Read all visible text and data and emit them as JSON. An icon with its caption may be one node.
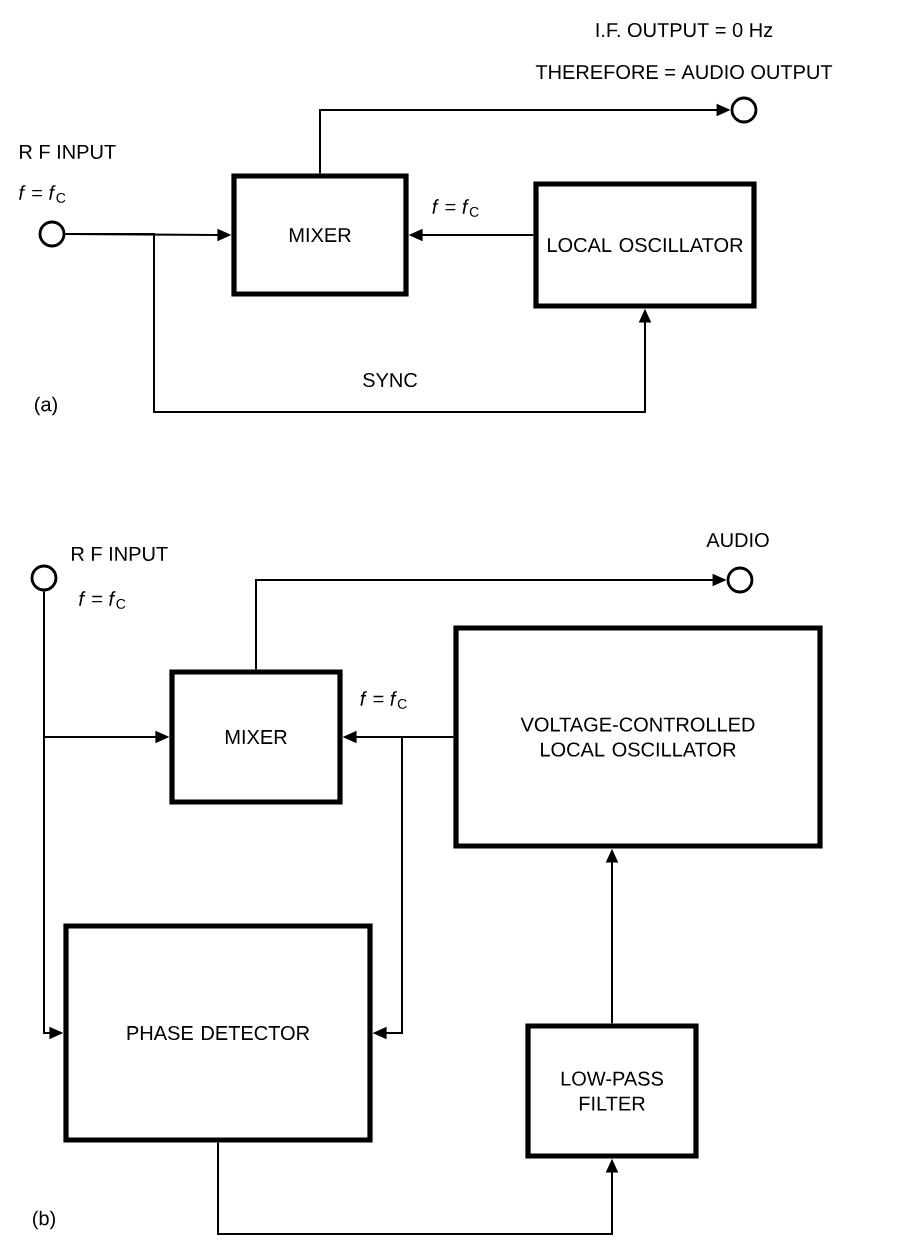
{
  "diagram": {
    "nodes": [
      {
        "text": [],
        "shape": "circle",
        "beside": [
          "R F INPUT",
          "*f* = *f*$_{C}$"
        ]
      },
      {
        "text": [
          "MIXER"
        ]
      },
      {
        "text": [
          "LOCAL OSCILLATOR"
        ]
      },
      {
        "text": [],
        "shape": "circle",
        "beside": [
          "I.F. OUTPUT = 0 Hz",
          "THEREFORE = AUDIO OUTPUT"
        ]
      },
      {
        "text": [],
        "shape": "circle",
        "beside": [
          "R F INPUT",
          "*f* = *f*$_{C}$"
        ]
      },
      {
        "text": [
          "MIXER"
        ]
      },
      {
        "text": [
          "VOLTAGE-CONTROLLED LOCAL OSCILLATOR"
        ]
      },
      {
        "text": [],
        "shape": "circle",
        "beside": [
          "AUDIO"
        ]
      },
      {
        "text": [
          "PHASE DETECTOR"
        ]
      },
      {
        "text": [
          "LOW-PASS FILTER"
        ]
      }
    ],
    "edges": [
      {
        "from": 0,
        "to": 1,
        "arrow": "to"
      },
      {
        "from": 2,
        "to": 1,
        "arrow": "to",
        "label": "*f* = *f*$_{C}$"
      },
      {
        "from": 1,
        "to": 3,
        "arrow": "to"
      },
      {
        "from": 0,
        "to": 2,
        "arrow": "to",
        "label": "SYNC"
      },
      {
        "from": 4,
        "to": 5,
        "arrow": "to"
      },
      {
        "from": 4,
        "to": 8,
        "arrow": "to"
      },
      {
        "from": 6,
        "to": 5,
        "arrow": "to",
        "label": "*f* = *f*$_{C}$"
      },
      {
        "from": 6,
        "to": 8,
        "arrow": "to"
      },
      {
        "from": 5,
        "to": 7,
        "arrow": "to"
      },
      {
        "from": 8,
        "to": 9,
        "arrow": "to"
      },
      {
        "from": 9,
        "to": 6,
        "arrow": "to"
      }
    ],
    "labels": [
      "(a)",
      "(b)"
    ]
  }
}
